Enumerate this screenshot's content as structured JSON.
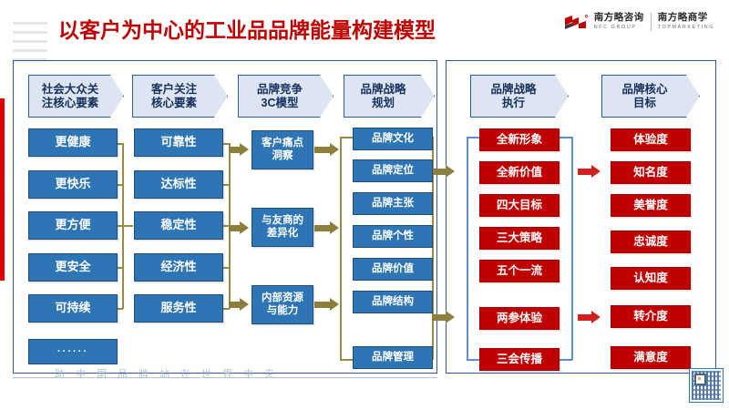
{
  "header": {
    "title": "以客户为中心的工业品品牌能量构建模型",
    "logo": {
      "mark": "nfc-logo-mark",
      "left_cn": "南方略咨询",
      "left_en": "NFC GROUP",
      "right_cn": "南方略商学",
      "right_en": "TOPMARKETING"
    }
  },
  "colors": {
    "title_red": "#c00000",
    "panel_border_blue": "#2e5b9a",
    "box_blue": "#2e75b6",
    "box_red": "#c00000",
    "header_fill": "#dce5f1",
    "connector_olive": "#8c7f3c",
    "arrow_red": "#d21f1f",
    "accent_bar_red": "#e30000"
  },
  "columns": [
    {
      "id": "social-public-focus",
      "header": "社会大众关注核心要素",
      "header_lines": [
        "社会大众关",
        "注核心要素"
      ],
      "items": [
        "更健康",
        "更快乐",
        "更方便",
        "更安全",
        "可持续"
      ],
      "extra_item": "······",
      "style": "blue"
    },
    {
      "id": "customer-focus",
      "header": "客户关注核心要素",
      "header_lines": [
        "客户关注",
        "核心要素"
      ],
      "items": [
        "可靠性",
        "达标性",
        "稳定性",
        "经济性",
        "服务性"
      ],
      "style": "blue"
    },
    {
      "id": "brand-competition-3c",
      "header": "品牌竞争3C模型",
      "header_lines": [
        "品牌竞争",
        "3C模型"
      ],
      "items": [
        "客户痛点洞察",
        "与友商的差异化",
        "内部资源与能力"
      ],
      "item_lines": [
        [
          "客户痛点",
          "洞察"
        ],
        [
          "与友商的",
          "差异化"
        ],
        [
          "内部资源",
          "与能力"
        ]
      ],
      "style": "blue"
    },
    {
      "id": "brand-strategy-planning",
      "header": "品牌战略规划",
      "header_lines": [
        "品牌战略",
        "规划"
      ],
      "items": [
        "品牌文化",
        "品牌定位",
        "品牌主张",
        "品牌个性",
        "品牌价值",
        "品牌结构",
        "品牌管理"
      ],
      "style": "blue"
    },
    {
      "id": "brand-strategy-execution",
      "header": "品牌战略执行",
      "header_lines": [
        "品牌战略",
        "执行"
      ],
      "items": [
        "全新形象",
        "全新价值",
        "四大目标",
        "三大策略",
        "五个一流",
        "两参体验",
        "三会传播"
      ],
      "style": "red"
    },
    {
      "id": "brand-core-goals",
      "header": "品牌核心目标",
      "header_lines": [
        "品牌核心",
        "目标"
      ],
      "items": [
        "体验度",
        "知名度",
        "美誉度",
        "忠诚度",
        "认知度",
        "转介度",
        "满意度"
      ],
      "style": "red"
    }
  ],
  "footer": {
    "watermark": "助中国品牌站在世界中央",
    "qr_label": "qr-code"
  }
}
